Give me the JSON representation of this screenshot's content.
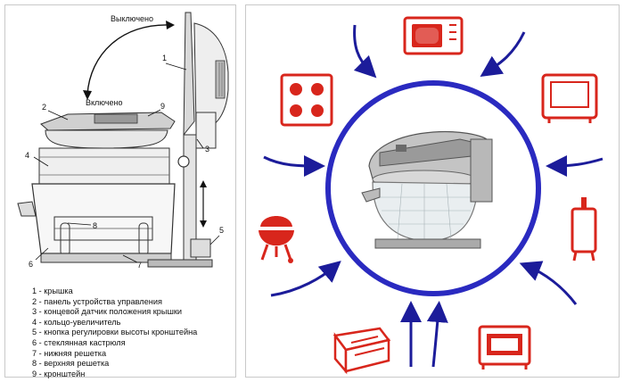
{
  "diagram": {
    "state_off_label": "Выключено",
    "state_on_label": "Включено",
    "callouts": [
      "1",
      "2",
      "3",
      "4",
      "5",
      "6",
      "7",
      "8",
      "9"
    ],
    "legend": [
      "1 - крышка",
      "2 - панель устройства управления",
      "3 - концевой датчик положения крышки",
      "4 - кольцо-увеличитель",
      "5 - кнопка регулировки высоты кронштейна",
      "6 - стеклянная кастрюля",
      "7 - нижняя решетка",
      "8 - верхняя решетка",
      "9 - кронштейн"
    ]
  },
  "functions": {
    "icons": [
      "microwave-icon",
      "stove-icon",
      "oven-icon",
      "grill-icon",
      "boiler-icon",
      "toaster-icon",
      "roaster-icon"
    ],
    "colors": {
      "circle": "#2a2ac0",
      "arrows": "#1c1c9a",
      "icons": "#d8261c"
    }
  }
}
